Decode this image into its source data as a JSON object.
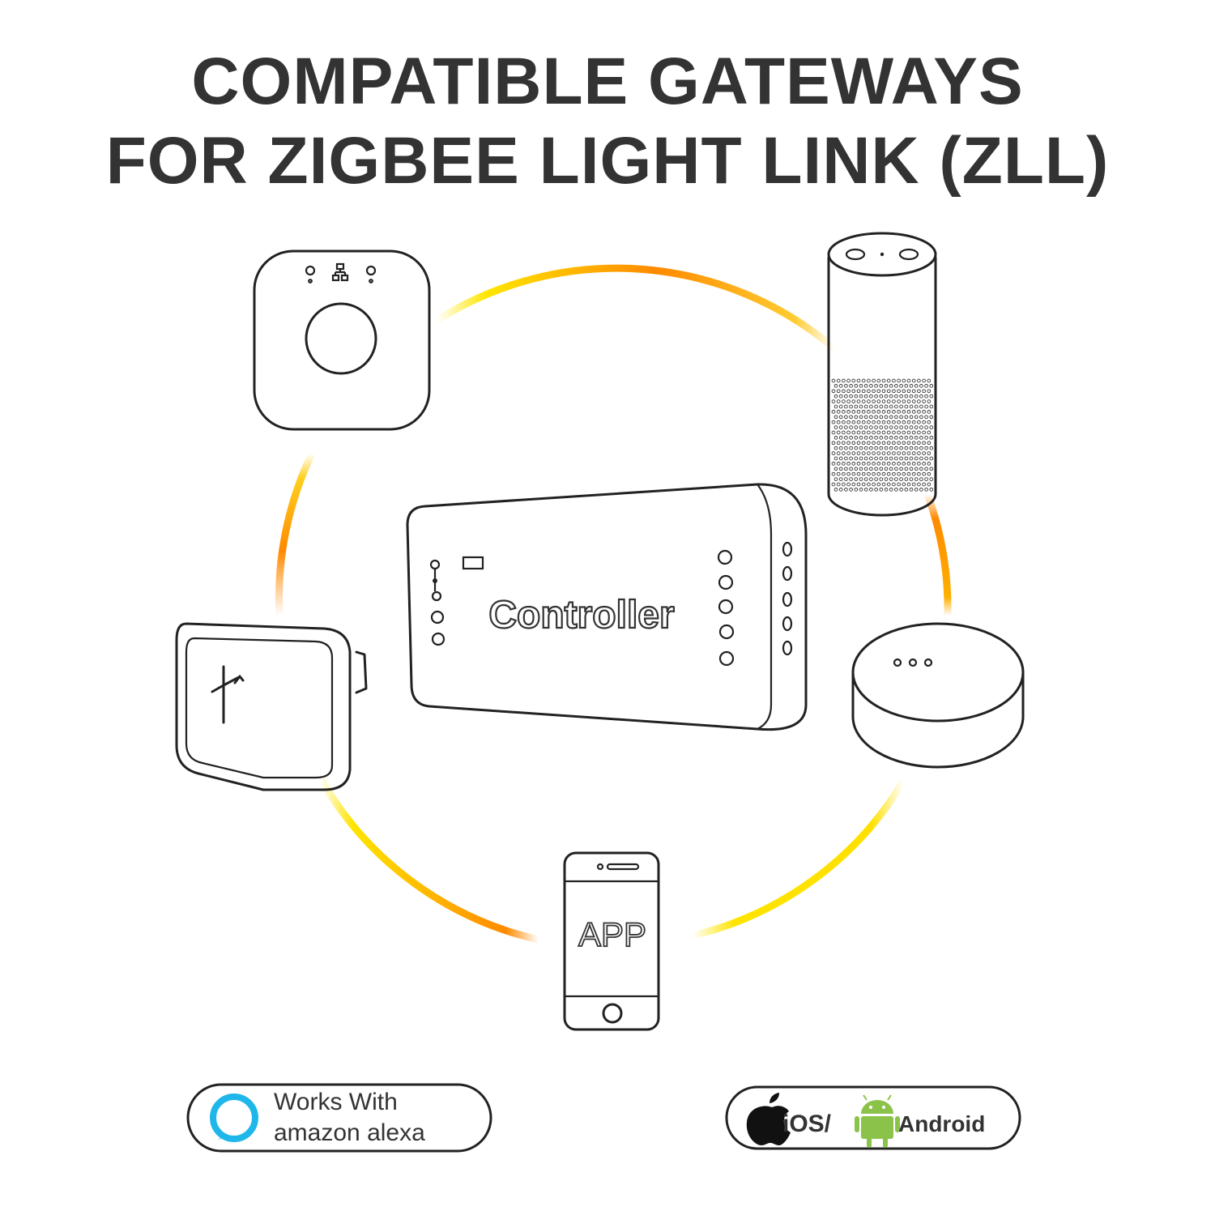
{
  "title": {
    "line1": "COMPATIBLE GATEWAYS",
    "line2": "FOR ZIGBEE LIGHT LINK (ZLL)"
  },
  "center_device": {
    "label": "Controller"
  },
  "phone": {
    "label": "APP"
  },
  "badges": {
    "alexa": {
      "line1": "Works With",
      "line2": "amazon alexa"
    },
    "platforms": {
      "ios": "iOS/",
      "android": "Android"
    }
  },
  "colors": {
    "title": "#333333",
    "ring_yellow": "#ffe400",
    "ring_orange": "#ff8a00",
    "alexa_blue": "#1fb7ea",
    "android_green": "#8bc34a"
  }
}
